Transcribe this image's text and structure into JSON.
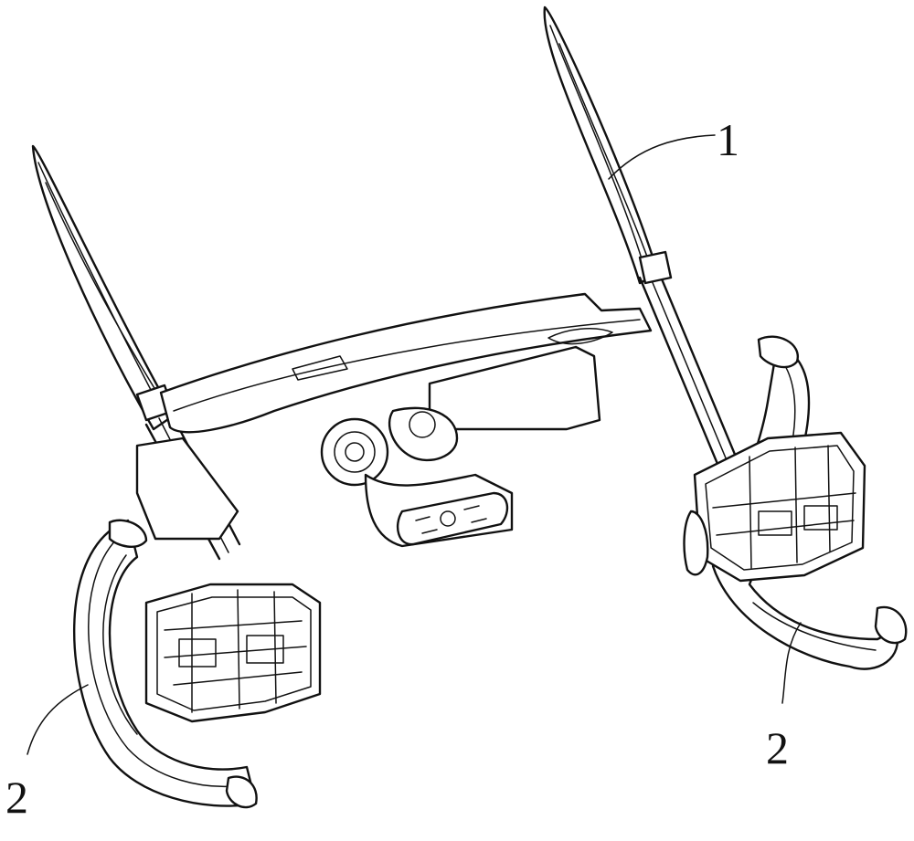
{
  "labels": {
    "handle_frame": "1",
    "wheel_left": "2",
    "wheel_right": "2"
  },
  "colors": {
    "line": "#111111",
    "background": "#ffffff"
  }
}
